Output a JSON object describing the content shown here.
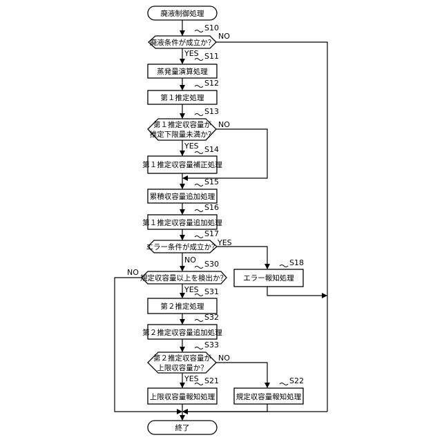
{
  "diagram": {
    "start": "廃液制御処理",
    "end": "終了",
    "yes": "YES",
    "no": "NO",
    "nodes": {
      "s10": {
        "step": "S10",
        "text": [
          "廃液条件が成立か？"
        ]
      },
      "s11": {
        "step": "S11",
        "text": [
          "蒸発量演算処理"
        ]
      },
      "s12": {
        "step": "S12",
        "text": [
          "第１推定処理"
        ]
      },
      "s13": {
        "step": "S13",
        "text": [
          "第１推定収容量が",
          "推定下限量未満か？"
        ]
      },
      "s14": {
        "step": "S14",
        "text": [
          "第１推定収容量補正処理"
        ]
      },
      "s15": {
        "step": "S15",
        "text": [
          "累積収容量追加処理"
        ]
      },
      "s16": {
        "step": "S16",
        "text": [
          "第１推定収容量追加処理"
        ]
      },
      "s17": {
        "step": "S17",
        "text": [
          "エラー条件が成立か？"
        ]
      },
      "s18": {
        "step": "S18",
        "text": [
          "エラー報知処理"
        ]
      },
      "s30": {
        "step": "S30",
        "text": [
          "規定収容量以上を検出か？"
        ]
      },
      "s31": {
        "step": "S31",
        "text": [
          "第２推定処理"
        ]
      },
      "s32": {
        "step": "S32",
        "text": [
          "第２推定収容量追加処理"
        ]
      },
      "s33": {
        "step": "S33",
        "text": [
          "第２推定収容量が",
          "上限収容量か？"
        ]
      },
      "s21": {
        "step": "S21",
        "text": [
          "上限収容量報知処理"
        ]
      },
      "s22": {
        "step": "S22",
        "text": [
          "規定収容量報知処理"
        ]
      }
    }
  }
}
